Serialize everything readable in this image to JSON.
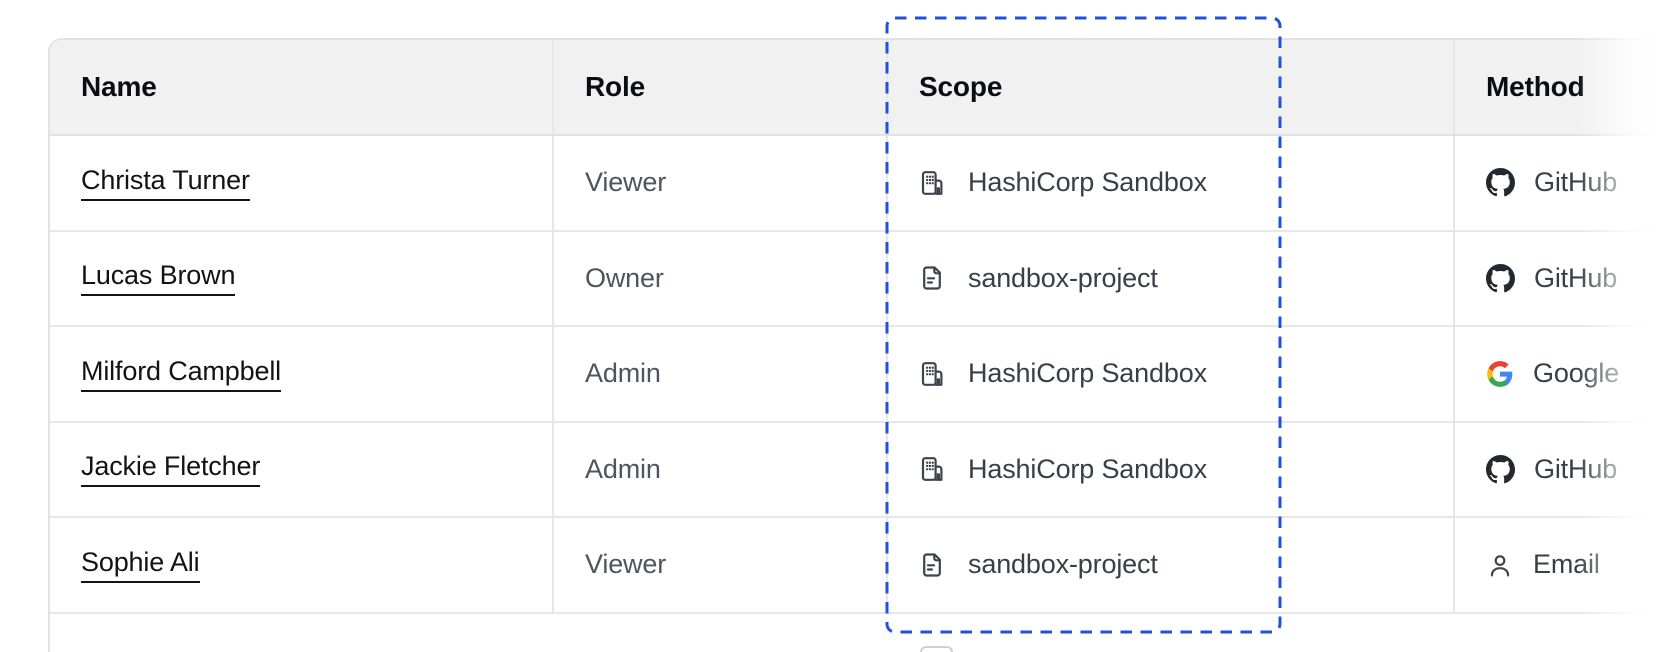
{
  "annotation": {
    "type": "dashed-highlight-box",
    "highlighted_column": "Scope",
    "color": "#2151DA"
  },
  "colors": {
    "header_bg": "#F1F1F2",
    "row_border": "#E7E7EA",
    "table_border": "#E2E2E5",
    "name_text": "#121317",
    "muted_text": "#51545C",
    "icon_stroke": "#3F434C",
    "github_black": "#24292F",
    "google_blue": "#4285F4",
    "google_green": "#34A853",
    "google_yellow": "#FBBC05",
    "google_red": "#EA4335",
    "annotation_blue": "#2151DA"
  },
  "table": {
    "columns": [
      {
        "key": "name",
        "label": "Name"
      },
      {
        "key": "role",
        "label": "Role"
      },
      {
        "key": "scope",
        "label": "Scope"
      },
      {
        "key": "method",
        "label": "Method"
      }
    ],
    "rows": [
      {
        "name": "Christa Turner",
        "role": "Viewer",
        "scope": {
          "icon": "org-icon",
          "label": "HashiCorp Sandbox"
        },
        "method": {
          "icon": "github-icon",
          "label": "GitHub"
        }
      },
      {
        "name": "Lucas Brown",
        "role": "Owner",
        "scope": {
          "icon": "file-icon",
          "label": "sandbox-project"
        },
        "method": {
          "icon": "github-icon",
          "label": "GitHub"
        }
      },
      {
        "name": "Milford Campbell",
        "role": "Admin",
        "scope": {
          "icon": "org-icon",
          "label": "HashiCorp Sandbox"
        },
        "method": {
          "icon": "google-icon",
          "label": "Google"
        }
      },
      {
        "name": "Jackie Fletcher",
        "role": "Admin",
        "scope": {
          "icon": "org-icon",
          "label": "HashiCorp Sandbox"
        },
        "method": {
          "icon": "github-icon",
          "label": "GitHub"
        }
      },
      {
        "name": "Sophie Ali",
        "role": "Viewer",
        "scope": {
          "icon": "file-icon",
          "label": "sandbox-project"
        },
        "method": {
          "icon": "user-icon",
          "label": "Email"
        }
      }
    ]
  }
}
